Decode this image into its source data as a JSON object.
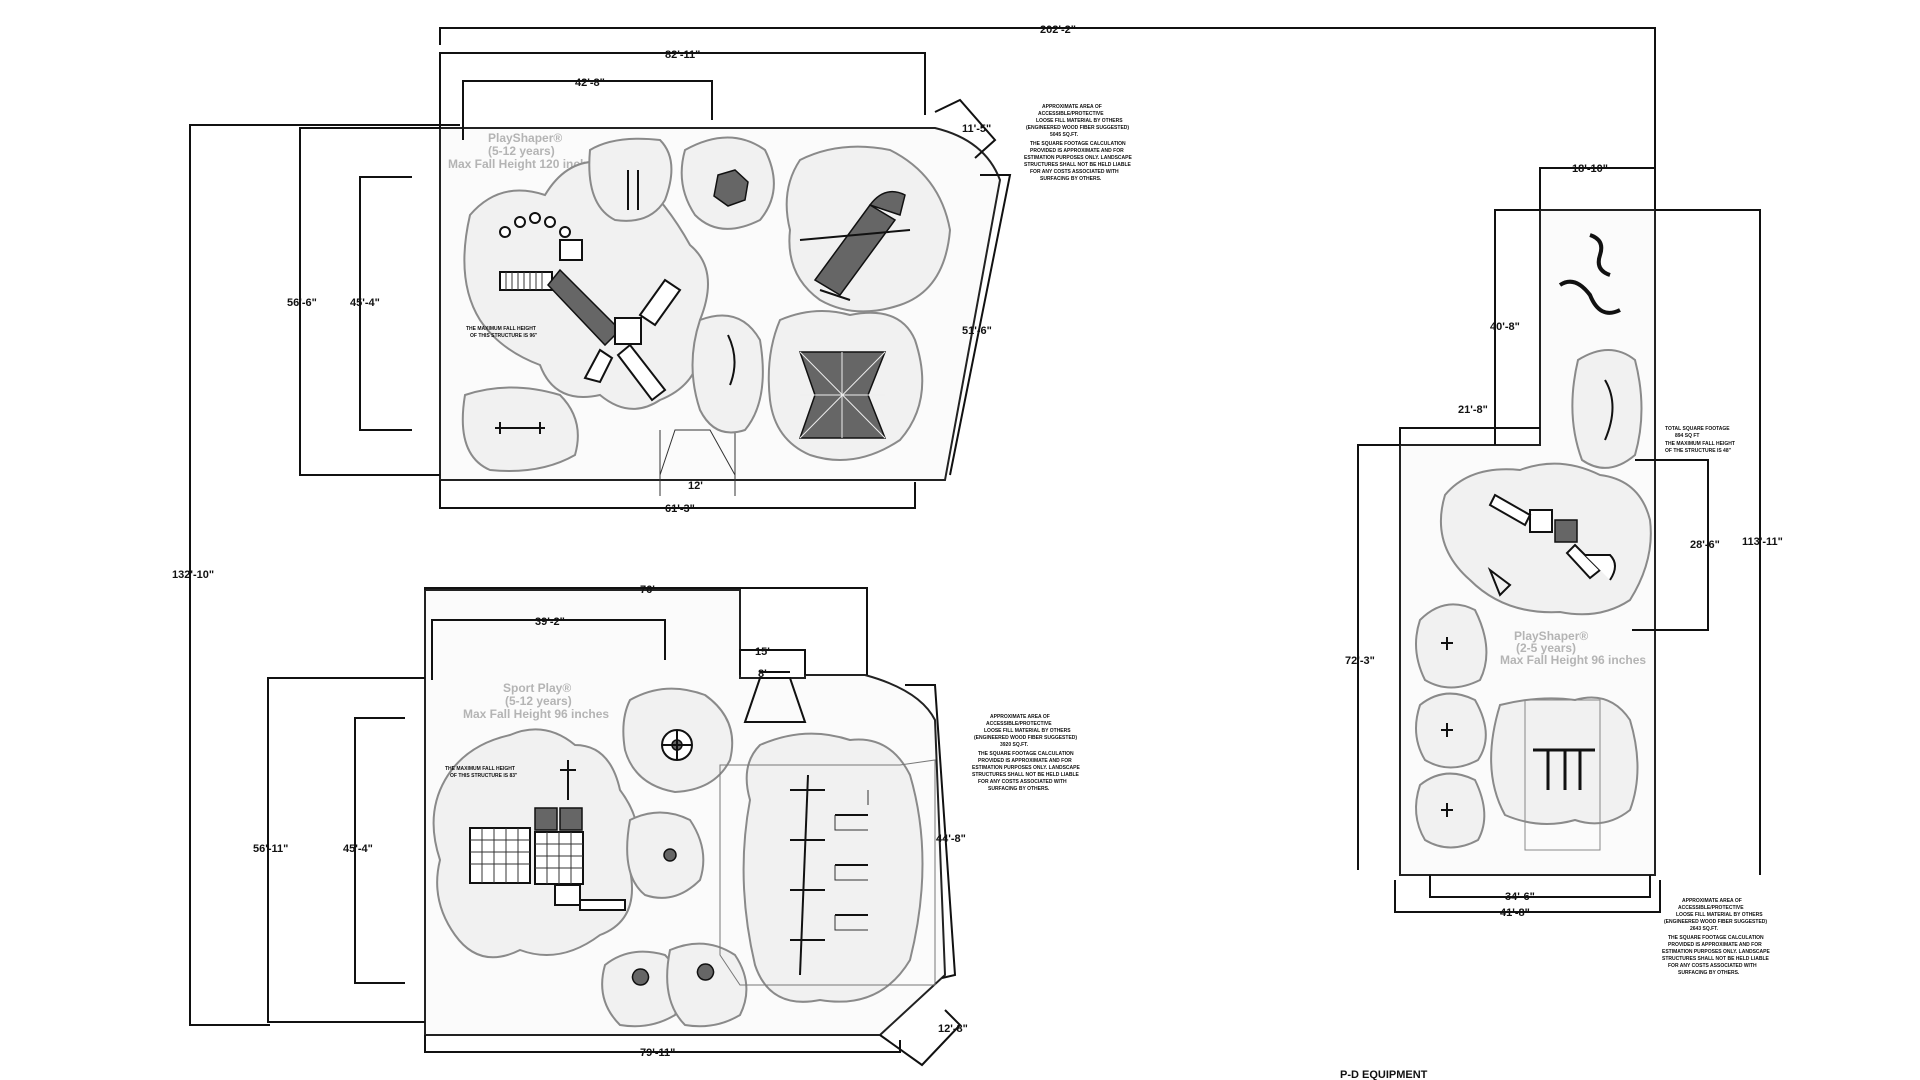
{
  "dimensions": {
    "overall_width": "202'-2\"",
    "overall_depth": "132'-10\"",
    "north_width": "82'-11\"",
    "north_play_width": "42'-8\"",
    "north_depth": "56'-6\"",
    "north_play_depth": "45'-4\"",
    "north_bottom": "61'-3\"",
    "north_right": "51'-6\"",
    "north_corner": "11'-5\"",
    "north_ramp": "12'",
    "south_width": "76'",
    "south_play_width": "39'-2\"",
    "south_entry": "15'",
    "south_entry_inner": "8'",
    "south_depth": "56'-11\"",
    "south_play_depth": "45'-4\"",
    "south_bottom": "79'-11\"",
    "south_right": "44'-8\"",
    "south_corner": "12'-8\"",
    "east_top": "18'-10\"",
    "east_offset": "40'-8\"",
    "east_step": "21'-8\"",
    "east_depth": "72'-3\"",
    "east_play_depth": "28'-6\"",
    "east_total_depth": "113'-11\"",
    "east_width": "34'-6\"",
    "east_overall_width": "41'-8\""
  },
  "titles": {
    "north": [
      "PlayShaper®",
      "(5-12 years)",
      "Max Fall Height 120 inches"
    ],
    "south": [
      "Sport Play®",
      "(5-12 years)",
      "Max Fall Height 96 inches"
    ],
    "east": [
      "PlayShaper®",
      "(2-5 years)",
      "Max Fall Height 96 inches"
    ]
  },
  "notes": {
    "north": [
      "APPROXIMATE AREA OF",
      "ACCESSIBLE/PROTECTIVE",
      "LOOSE FILL MATERIAL BY OTHERS",
      "(ENGINEERED WOOD FIBER SUGGESTED)",
      "5045 SQ.FT.",
      "THE SQUARE FOOTAGE CALCULATION",
      "PROVIDED IS APPROXIMATE AND FOR",
      "ESTIMATION PURPOSES ONLY. LANDSCAPE",
      "STRUCTURES SHALL NOT BE HELD LIABLE",
      "FOR ANY COSTS ASSOCIATED WITH",
      "SURFACING BY OTHERS."
    ],
    "south": [
      "APPROXIMATE AREA OF",
      "ACCESSIBLE/PROTECTIVE",
      "LOOSE FILL MATERIAL BY OTHERS",
      "(ENGINEERED WOOD FIBER SUGGESTED)",
      "3920 SQ.FT.",
      "THE SQUARE FOOTAGE CALCULATION",
      "PROVIDED IS APPROXIMATE AND FOR",
      "ESTIMATION PURPOSES ONLY. LANDSCAPE",
      "STRUCTURES SHALL NOT BE HELD LIABLE",
      "FOR ANY COSTS ASSOCIATED WITH",
      "SURFACING BY OTHERS."
    ],
    "east": [
      "APPROXIMATE AREA OF",
      "ACCESSIBLE/PROTECTIVE",
      "LOOSE FILL MATERIAL BY OTHERS",
      "(ENGINEERED WOOD FIBER SUGGESTED)",
      "2643 SQ.FT.",
      "THE SQUARE FOOTAGE CALCULATION",
      "PROVIDED IS APPROXIMATE AND FOR",
      "ESTIMATION PURPOSES ONLY. LANDSCAPE",
      "STRUCTURES SHALL NOT BE HELD LIABLE",
      "FOR ANY COSTS ASSOCIATED WITH",
      "SURFACING BY OTHERS."
    ],
    "east_structure": [
      "TOTAL SQUARE FOOTAGE",
      "894 SQ FT",
      "THE MAXIMUM FALL HEIGHT",
      "OF THE STRUCTURE IS 48\""
    ],
    "north_structure": [
      "THE MAXIMUM FALL HEIGHT",
      "OF THIS STRUCTURE IS 96\""
    ],
    "south_structure": [
      "THE MAXIMUM FALL HEIGHT",
      "OF THIS STRUCTURE IS 83\""
    ]
  },
  "footer": "P-D EQUIPMENT"
}
